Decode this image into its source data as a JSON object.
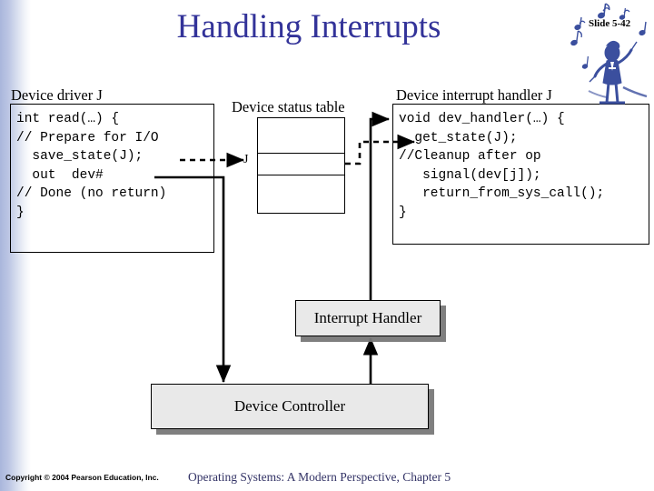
{
  "slide": {
    "title": "Handling Interrupts",
    "slide_number": "Slide 5-42",
    "title_color": "#333399",
    "accent_color": "#333366"
  },
  "device_driver": {
    "caption": "Device driver J",
    "code": "int read(…) {\n// Prepare for I/O\n  save_state(J);\n  out  dev#\n// Done (no return)\n}"
  },
  "status_table": {
    "caption": "Device status table",
    "entry_label": "J",
    "rows": [
      "",
      "J",
      ""
    ]
  },
  "interrupt_handler_code": {
    "caption": "Device interrupt handler J",
    "code": "void dev_handler(…) {\n  get_state(J);\n//Cleanup after op\n   signal(dev[j]);\n   return_from_sys_call();\n}"
  },
  "blocks": {
    "interrupt_handler": "Interrupt Handler",
    "device_controller": "Device Controller"
  },
  "footer": {
    "copyright": "Copyright © 2004 Pearson Education, Inc.",
    "book_line": "Operating Systems: A Modern Perspective, Chapter 5"
  },
  "icons": {
    "clipart": "music-conductor-icon"
  }
}
